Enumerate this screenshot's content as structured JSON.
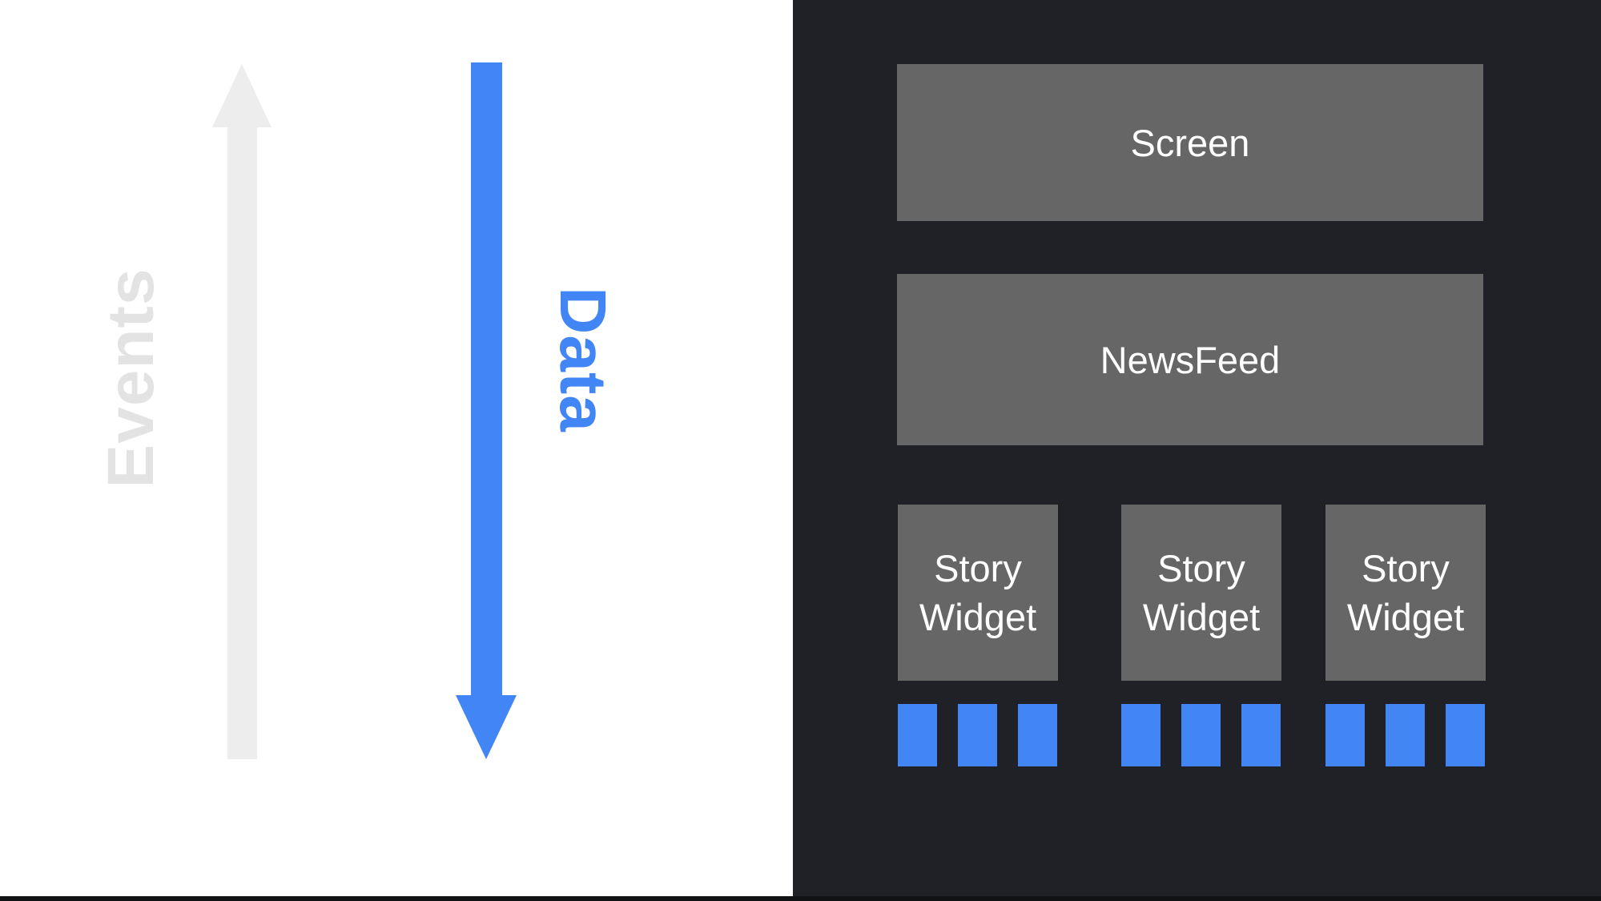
{
  "slide": {
    "left_panel": {
      "events_label": "Events",
      "data_label": "Data"
    },
    "right_panel": {
      "screen_label": "Screen",
      "newsfeed_label": "NewsFeed",
      "story_widgets": [
        {
          "line1": "Story",
          "line2": "Widget"
        },
        {
          "line1": "Story",
          "line2": "Widget"
        },
        {
          "line1": "Story",
          "line2": "Widget"
        }
      ],
      "data_squares_per_widget": 3
    },
    "colors": {
      "left_background": "#ffffff",
      "right_background": "#1f2126",
      "box_gray": "#666666",
      "box_text": "#ffffff",
      "accent_blue": "#4285f4",
      "arrow_gray": "#ededed",
      "events_gray": "#e3e3e3",
      "bottom_bar": "#101214"
    }
  }
}
